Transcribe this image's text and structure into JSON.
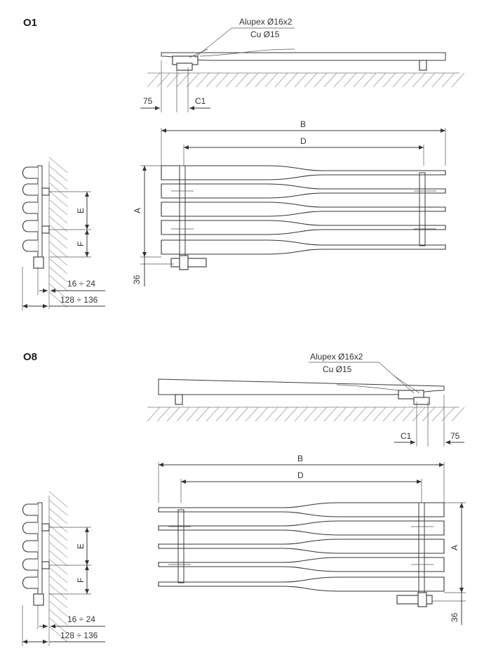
{
  "sections": [
    {
      "id": "O1",
      "title": "O1",
      "labels": {
        "alupex": "Alupex Ø16x2",
        "cu": "Cu Ø15",
        "dim_75": "75",
        "dim_c1": "C1",
        "dim_b": "B",
        "dim_d": "D",
        "dim_a": "A",
        "dim_36": "36",
        "dim_e": "E",
        "dim_f": "F",
        "dim_depth1": "16 ÷ 24",
        "dim_depth2": "128 ÷ 136"
      }
    },
    {
      "id": "O8",
      "title": "O8",
      "labels": {
        "alupex": "Alupex Ø16x2",
        "cu": "Cu Ø15",
        "dim_75": "75",
        "dim_c1": "C1",
        "dim_b": "B",
        "dim_d": "D",
        "dim_a": "A",
        "dim_36": "36",
        "dim_e": "E",
        "dim_f": "F",
        "dim_depth1": "16 ÷ 24",
        "dim_depth2": "128 ÷ 136"
      }
    }
  ]
}
